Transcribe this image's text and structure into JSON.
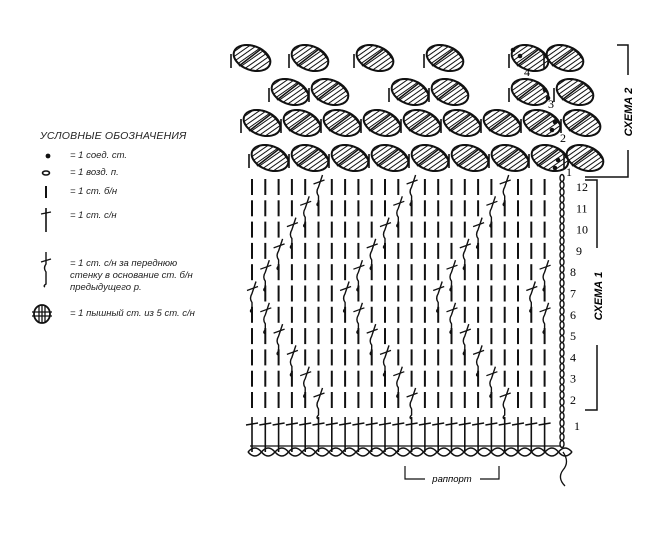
{
  "legend": {
    "title": "УСЛОВНЫЕ ОБОЗНАЧЕНИЯ",
    "items": [
      {
        "icon": "dot-icon",
        "text": "= 1 соед. ст."
      },
      {
        "icon": "oval-icon",
        "text": "= 1 возд. п."
      },
      {
        "icon": "vertical-line-icon",
        "text": "= 1 ст. б/н"
      },
      {
        "icon": "cross-stitch-icon",
        "text": "= 1 ст. с/н"
      },
      {
        "icon": "front-post-stitch-icon",
        "text": "= 1 ст. с/н за переднюю\nстенку в основание ст. б/н\nпредыдущего р."
      },
      {
        "icon": "puff-stitch-icon",
        "text": "= 1 пышный ст. из 5 ст. с/н"
      }
    ]
  },
  "schema1": {
    "label": "СХЕМА 1",
    "rows": [
      "1",
      "2",
      "3",
      "4",
      "5",
      "6",
      "7",
      "8",
      "9",
      "10",
      "11",
      "12"
    ]
  },
  "schema2": {
    "label": "СХЕМА 2",
    "rows": [
      "1",
      "2",
      "3",
      "4"
    ]
  },
  "rapport_label": "раппорт"
}
